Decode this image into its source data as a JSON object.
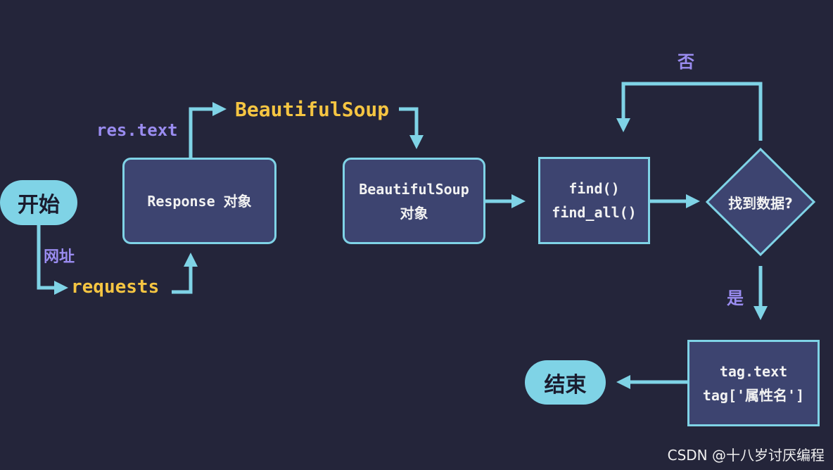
{
  "nodes": {
    "start": "开始",
    "end": "结束",
    "response": "Response 对象",
    "bs_object_line1": "BeautifulSoup",
    "bs_object_line2": "对象",
    "find_line1": "find()",
    "find_line2": "find_all()",
    "decision": "找到数据?",
    "tag_line1": "tag.text",
    "tag_line2": "tag['属性名']"
  },
  "edge_labels": {
    "url": "网址",
    "requests": "requests",
    "res_text": "res.text",
    "beautifulsoup": "BeautifulSoup",
    "no": "否",
    "yes": "是"
  },
  "watermark": "CSDN @十八岁讨厌编程",
  "colors": {
    "background": "#24253a",
    "box_fill": "#3d4470",
    "accent": "#7fd3e6",
    "label_purple": "#9a8cf0",
    "label_yellow": "#f5c542"
  }
}
